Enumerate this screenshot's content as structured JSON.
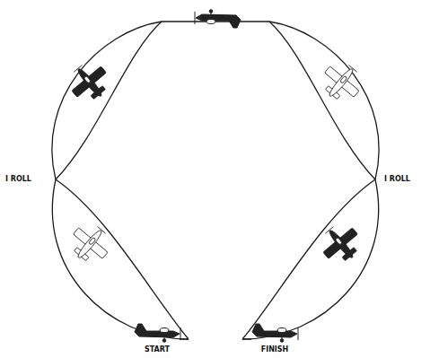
{
  "diagram": {
    "labels": [
      "I ROLL",
      "I ROLL",
      "START",
      "FINISH"
    ]
  }
}
